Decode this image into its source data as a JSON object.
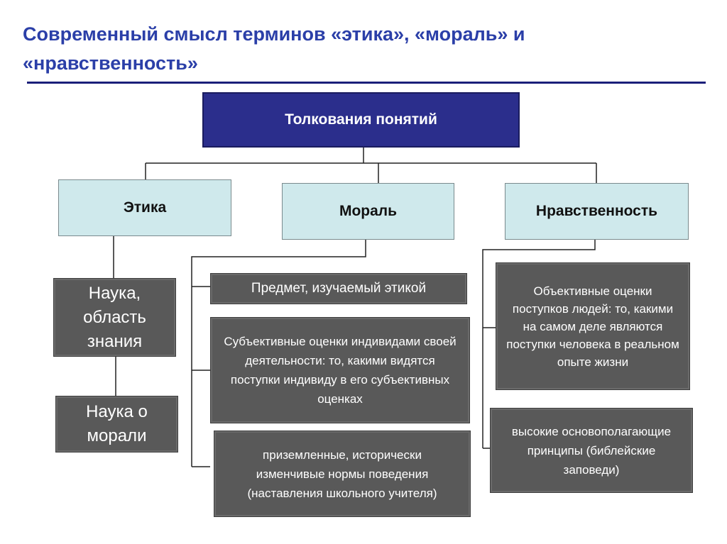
{
  "title": "Современный смысл терминов «этика», «мораль» и «нравственность»",
  "root": "Толкования понятий",
  "categories": {
    "ethics": "Этика",
    "morality": "Мораль",
    "morals": "Нравственность"
  },
  "ethics_items": [
    "Наука, область знания",
    "Наука о морали"
  ],
  "morality_items": [
    "Предмет, изучаемый этикой",
    "Субъективные оценки индивидами  своей деятельности: то, какими видятся поступки индивиду в его субъективных оценках",
    "приземленные, исторически изменчивые нормы поведения (наставления школьного учителя)"
  ],
  "morals_items": [
    "Объективные оценки поступков людей: то, какими на самом деле являются поступки человека в реальном опыте жизни",
    "высокие основополагающие принципы (библейские заповеди)"
  ]
}
